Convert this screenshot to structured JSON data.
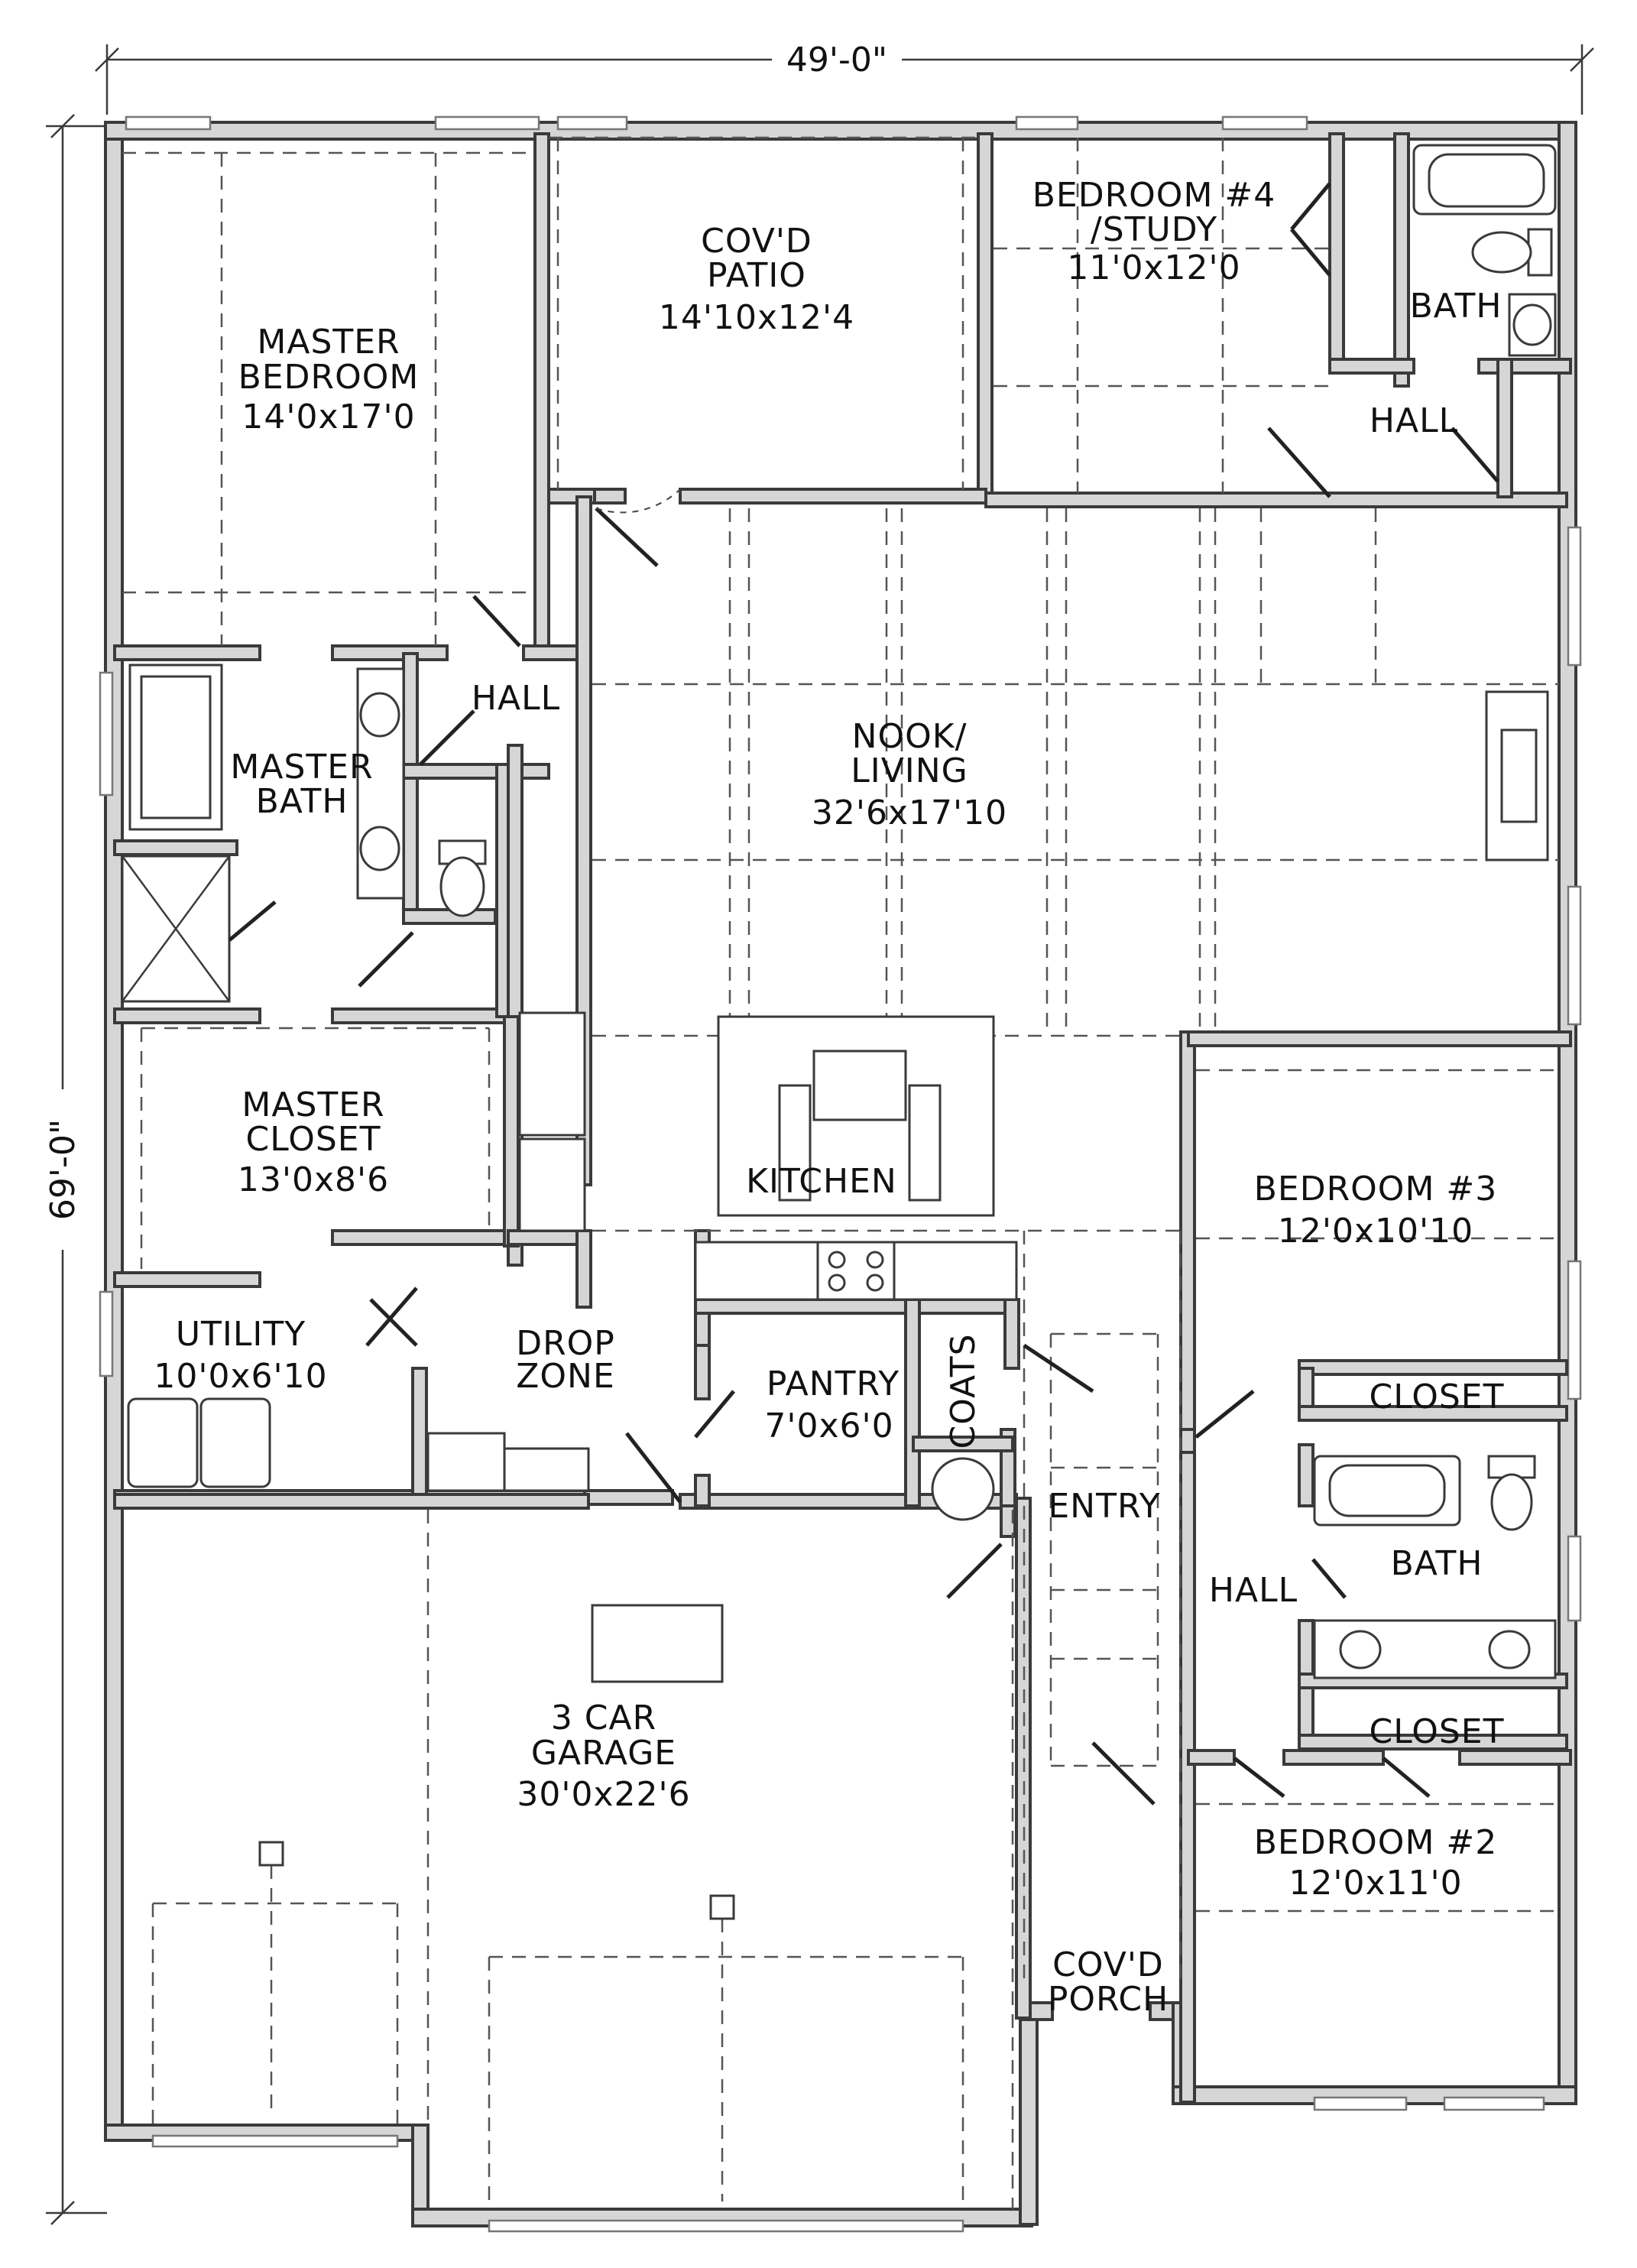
{
  "dimensions": {
    "overall_width": "49'-0\"",
    "overall_depth": "69'-0\""
  },
  "rooms": {
    "master_bedroom": {
      "name_line1": "MASTER",
      "name_line2": "BEDROOM",
      "size": "14'0x17'0"
    },
    "covd_patio": {
      "name_line1": "COV'D",
      "name_line2": "PATIO",
      "size": "14'10x12'4"
    },
    "bedroom4": {
      "name_line1": "BEDROOM #4",
      "name_line2": "/STUDY",
      "size": "11'0x12'0"
    },
    "bath_upper": {
      "name": "BATH"
    },
    "hall_upper": {
      "name": "HALL"
    },
    "hall_master": {
      "name": "HALL"
    },
    "master_bath": {
      "name_line1": "MASTER",
      "name_line2": "BATH"
    },
    "nook_living": {
      "name_line1": "NOOK/",
      "name_line2": "LIVING",
      "size": "32'6x17'10"
    },
    "master_closet": {
      "name_line1": "MASTER",
      "name_line2": "CLOSET",
      "size": "13'0x8'6"
    },
    "kitchen": {
      "name": "KITCHEN"
    },
    "bedroom3": {
      "name": "BEDROOM #3",
      "size": "12'0x10'10"
    },
    "utility": {
      "name": "UTILITY",
      "size": "10'0x6'10"
    },
    "drop_zone": {
      "name_line1": "DROP",
      "name_line2": "ZONE"
    },
    "pantry": {
      "name": "PANTRY",
      "size": "7'0x6'0"
    },
    "coats": {
      "name": "COATS"
    },
    "closet3": {
      "name": "CLOSET"
    },
    "entry": {
      "name": "ENTRY"
    },
    "bath_lower": {
      "name": "BATH"
    },
    "hall_lower": {
      "name": "HALL"
    },
    "closet2": {
      "name": "CLOSET"
    },
    "garage": {
      "name_line1": "3 CAR",
      "name_line2": "GARAGE",
      "size": "30'0x22'6"
    },
    "bedroom2": {
      "name": "BEDROOM #2",
      "size": "12'0x11'0"
    },
    "covd_porch": {
      "name_line1": "COV'D",
      "name_line2": "PORCH"
    }
  }
}
